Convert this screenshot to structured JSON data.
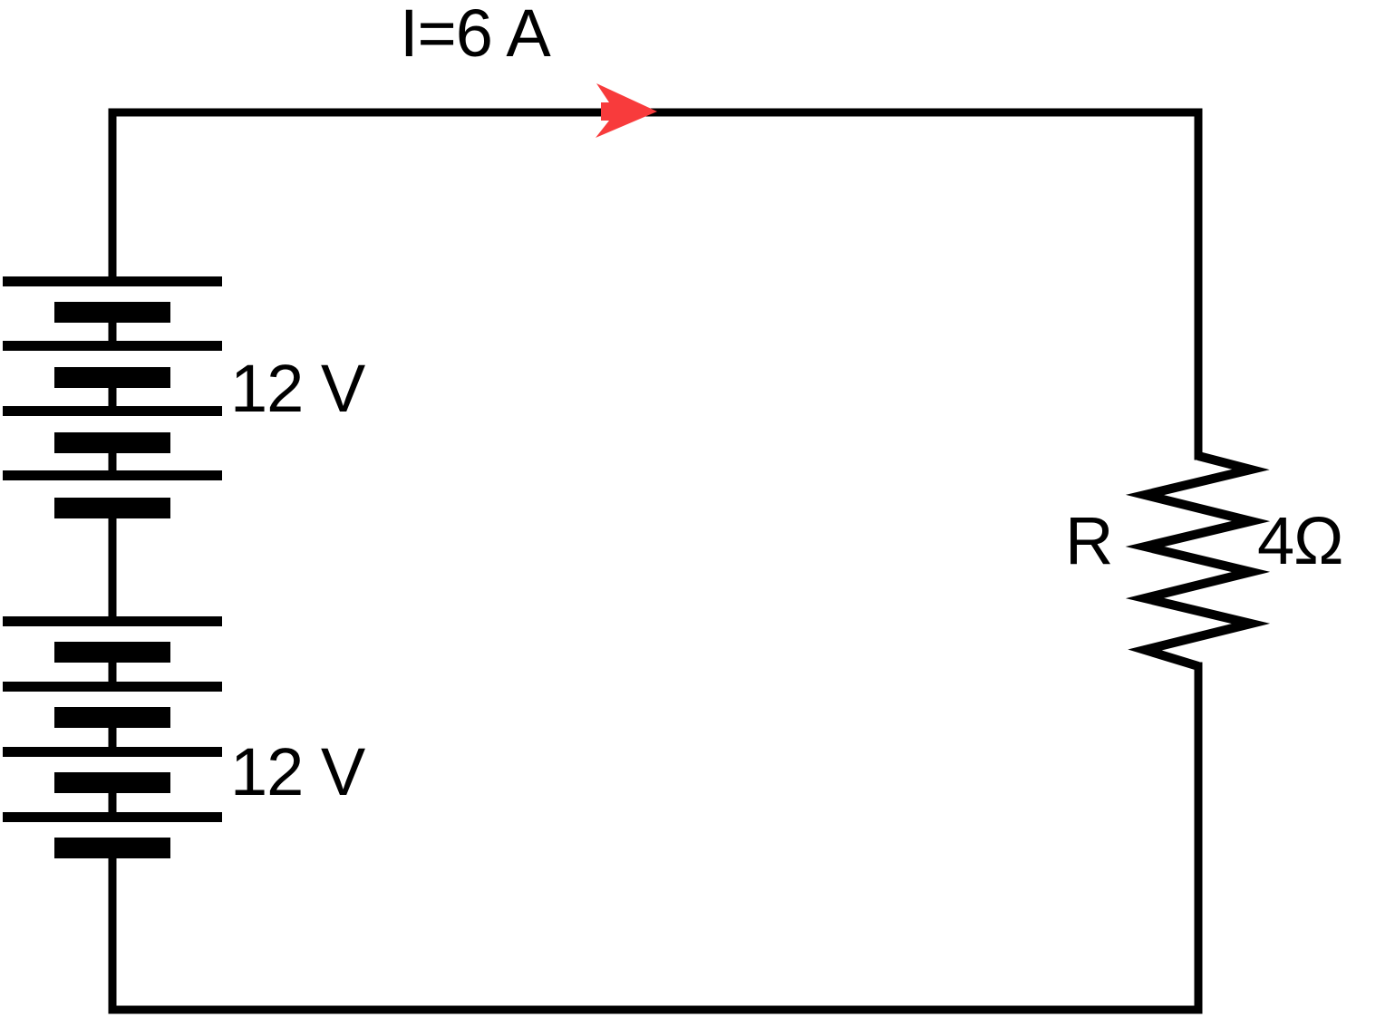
{
  "circuit": {
    "current": {
      "label": "I=6 A",
      "value": "6",
      "unit": "A"
    },
    "batteries": [
      {
        "label": "12 V",
        "value": "12",
        "unit": "V"
      },
      {
        "label": "12 V",
        "value": "12",
        "unit": "V"
      }
    ],
    "resistor": {
      "name": "R",
      "value_label": "4Ω",
      "value": "4",
      "unit": "Ω"
    },
    "icons": {
      "current_arrow": "red right-pointing arrowhead on top wire"
    },
    "colors": {
      "wire": "#000000",
      "text": "#000000",
      "arrow_red": "#f83b3c",
      "background": "#ffffff"
    }
  }
}
